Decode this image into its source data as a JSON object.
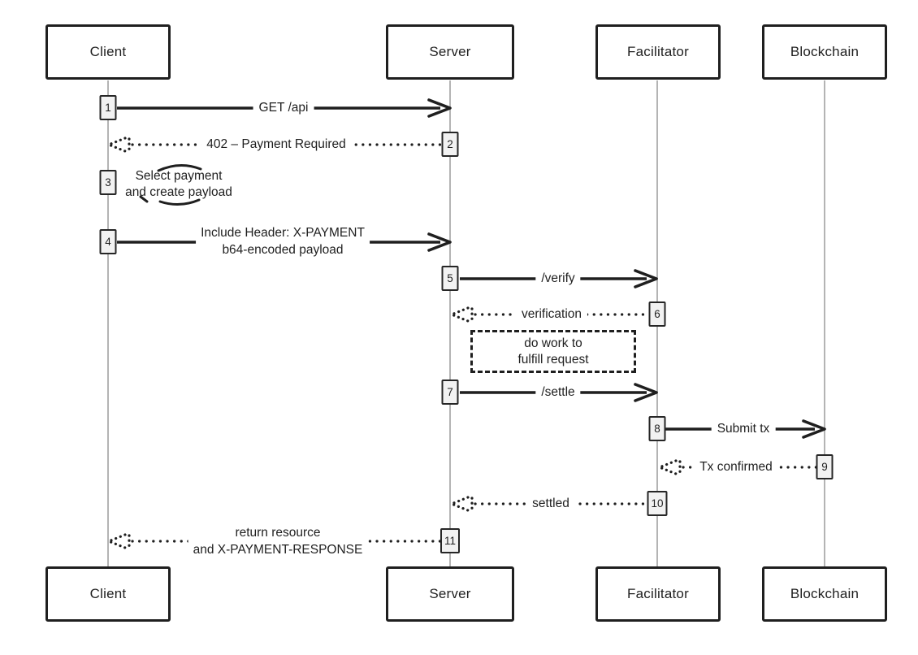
{
  "colors": {
    "stroke": "#1f1f1f",
    "lifeline": "#b4b4b4",
    "badge_fill": "#f2f2f2",
    "background": "#ffffff"
  },
  "participants": [
    {
      "name": "Client"
    },
    {
      "name": "Server"
    },
    {
      "name": "Facilitator"
    },
    {
      "name": "Blockchain"
    }
  ],
  "messages": [
    {
      "seq": "1",
      "text": "GET /api",
      "from": "Client",
      "to": "Server",
      "line_style": "solid"
    },
    {
      "seq": "2",
      "text": "402 – Payment Required",
      "from": "Server",
      "to": "Client",
      "line_style": "dotted"
    },
    {
      "seq": "3",
      "text": "Select payment",
      "text2": "and create payload",
      "from": "Client",
      "to": "Client",
      "line_style": "self-note"
    },
    {
      "seq": "4",
      "text": "Include Header: X-PAYMENT",
      "text2": "b64-encoded payload",
      "from": "Client",
      "to": "Server",
      "line_style": "solid"
    },
    {
      "seq": "5",
      "text": "/verify",
      "from": "Server",
      "to": "Facilitator",
      "line_style": "solid"
    },
    {
      "seq": "6",
      "text": "verification",
      "from": "Facilitator",
      "to": "Server",
      "line_style": "dotted"
    },
    {
      "seq": "7",
      "text": "/settle",
      "from": "Server",
      "to": "Facilitator",
      "line_style": "solid"
    },
    {
      "seq": "8",
      "text": "Submit tx",
      "from": "Facilitator",
      "to": "Blockchain",
      "line_style": "solid"
    },
    {
      "seq": "9",
      "text": "Tx confirmed",
      "from": "Blockchain",
      "to": "Facilitator",
      "line_style": "dotted"
    },
    {
      "seq": "10",
      "text": "settled",
      "from": "Facilitator",
      "to": "Server",
      "line_style": "dotted"
    },
    {
      "seq": "11",
      "text": "return resource",
      "text2": "and X-PAYMENT-RESPONSE",
      "from": "Server",
      "to": "Client",
      "line_style": "dotted"
    }
  ],
  "work_note": {
    "text": "do work to",
    "text2": "fulfill request"
  }
}
